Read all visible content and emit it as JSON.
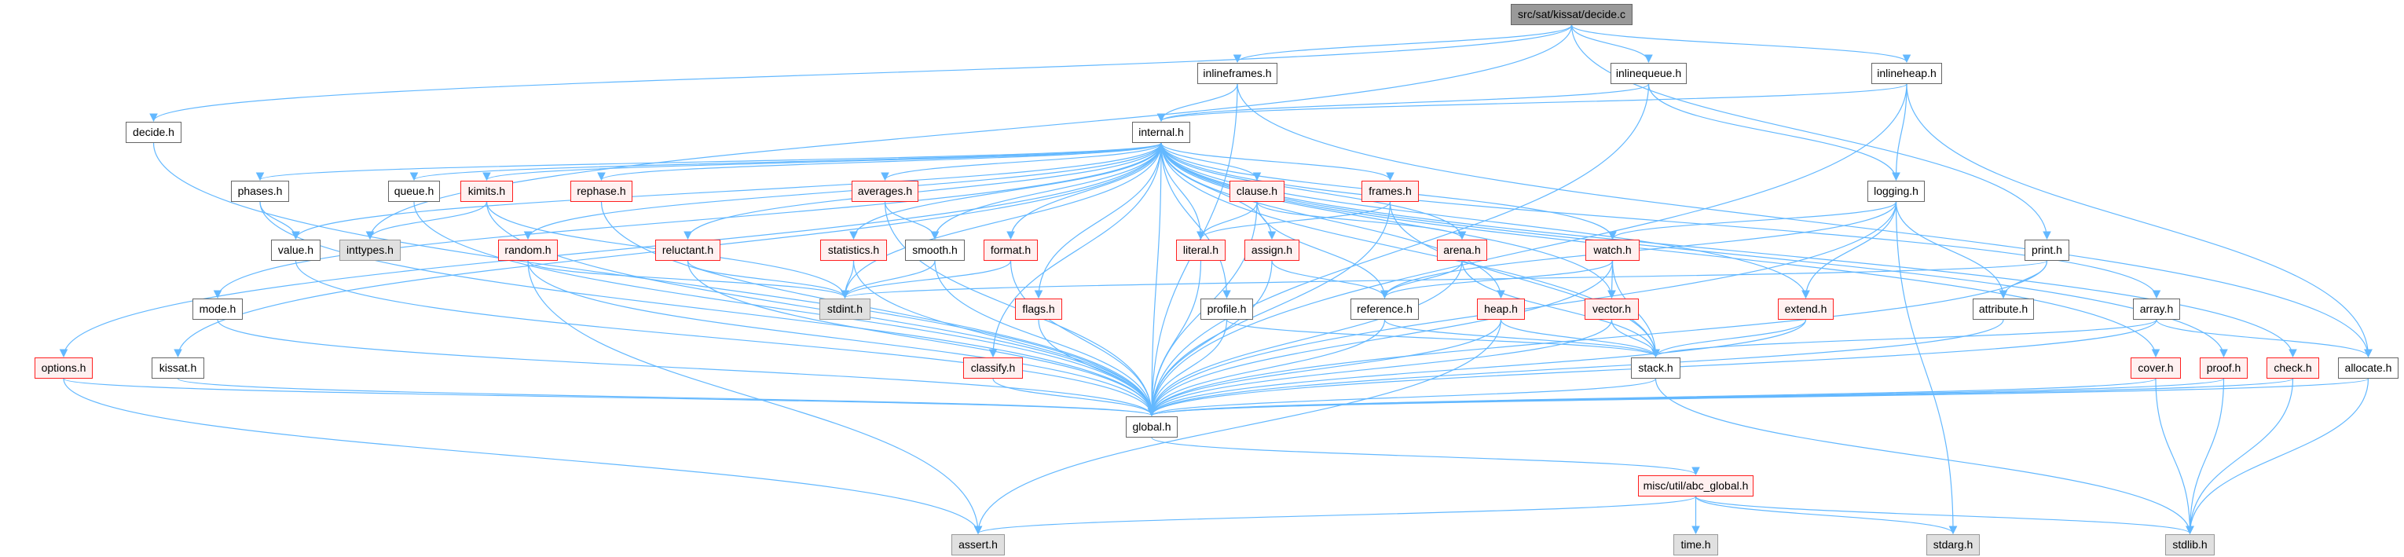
{
  "colors": {
    "edge": "#63b8ff",
    "normal_border": "#666666",
    "red_border": "#ff2020",
    "red_fill": "#fff0f0",
    "gray_fill": "#e0e0e0",
    "root_fill": "#999999"
  },
  "nodes": [
    {
      "id": "root",
      "label": "src/sat/kissat/decide.c",
      "style": "root"
    },
    {
      "id": "decide",
      "label": "decide.h",
      "style": "normal"
    },
    {
      "id": "inlineframes",
      "label": "inlineframes.h",
      "style": "normal"
    },
    {
      "id": "inlinequeue",
      "label": "inlinequeue.h",
      "style": "normal"
    },
    {
      "id": "inlineheap",
      "label": "inlineheap.h",
      "style": "normal"
    },
    {
      "id": "internal",
      "label": "internal.h",
      "style": "normal"
    },
    {
      "id": "phases",
      "label": "phases.h",
      "style": "normal"
    },
    {
      "id": "queue",
      "label": "queue.h",
      "style": "normal"
    },
    {
      "id": "kimits",
      "label": "kimits.h",
      "style": "red"
    },
    {
      "id": "rephase",
      "label": "rephase.h",
      "style": "red"
    },
    {
      "id": "averages",
      "label": "averages.h",
      "style": "red"
    },
    {
      "id": "clause",
      "label": "clause.h",
      "style": "red"
    },
    {
      "id": "frames",
      "label": "frames.h",
      "style": "red"
    },
    {
      "id": "logging",
      "label": "logging.h",
      "style": "normal"
    },
    {
      "id": "value",
      "label": "value.h",
      "style": "normal"
    },
    {
      "id": "inttypes",
      "label": "inttypes.h",
      "style": "gray"
    },
    {
      "id": "random",
      "label": "random.h",
      "style": "red"
    },
    {
      "id": "reluctant",
      "label": "reluctant.h",
      "style": "red"
    },
    {
      "id": "statistics",
      "label": "statistics.h",
      "style": "red"
    },
    {
      "id": "smooth",
      "label": "smooth.h",
      "style": "normal"
    },
    {
      "id": "format",
      "label": "format.h",
      "style": "red"
    },
    {
      "id": "literal",
      "label": "literal.h",
      "style": "red"
    },
    {
      "id": "assign",
      "label": "assign.h",
      "style": "red"
    },
    {
      "id": "arena",
      "label": "arena.h",
      "style": "red"
    },
    {
      "id": "watch",
      "label": "watch.h",
      "style": "red"
    },
    {
      "id": "print",
      "label": "print.h",
      "style": "normal"
    },
    {
      "id": "mode",
      "label": "mode.h",
      "style": "normal"
    },
    {
      "id": "stdint",
      "label": "stdint.h",
      "style": "gray"
    },
    {
      "id": "flags",
      "label": "flags.h",
      "style": "red"
    },
    {
      "id": "profile",
      "label": "profile.h",
      "style": "normal"
    },
    {
      "id": "reference",
      "label": "reference.h",
      "style": "normal"
    },
    {
      "id": "heap",
      "label": "heap.h",
      "style": "red"
    },
    {
      "id": "vector",
      "label": "vector.h",
      "style": "red"
    },
    {
      "id": "extend",
      "label": "extend.h",
      "style": "red"
    },
    {
      "id": "attribute",
      "label": "attribute.h",
      "style": "normal"
    },
    {
      "id": "array",
      "label": "array.h",
      "style": "normal"
    },
    {
      "id": "options",
      "label": "options.h",
      "style": "red"
    },
    {
      "id": "kissat",
      "label": "kissat.h",
      "style": "normal"
    },
    {
      "id": "classify",
      "label": "classify.h",
      "style": "red"
    },
    {
      "id": "stack",
      "label": "stack.h",
      "style": "normal"
    },
    {
      "id": "cover",
      "label": "cover.h",
      "style": "red"
    },
    {
      "id": "proof",
      "label": "proof.h",
      "style": "red"
    },
    {
      "id": "check",
      "label": "check.h",
      "style": "red"
    },
    {
      "id": "allocate",
      "label": "allocate.h",
      "style": "normal"
    },
    {
      "id": "global",
      "label": "global.h",
      "style": "normal"
    },
    {
      "id": "abc_global",
      "label": "misc/util/abc_global.h",
      "style": "red"
    },
    {
      "id": "assert",
      "label": "assert.h",
      "style": "gray"
    },
    {
      "id": "time",
      "label": "time.h",
      "style": "gray"
    },
    {
      "id": "stdarg",
      "label": "stdarg.h",
      "style": "gray"
    },
    {
      "id": "stdlib",
      "label": "stdlib.h",
      "style": "gray"
    }
  ],
  "edges": [
    [
      "root",
      "decide"
    ],
    [
      "root",
      "inttypes"
    ],
    [
      "root",
      "inlineframes"
    ],
    [
      "root",
      "inlinequeue"
    ],
    [
      "root",
      "inlineheap"
    ],
    [
      "root",
      "print"
    ],
    [
      "decide",
      "global"
    ],
    [
      "inlineframes",
      "internal"
    ],
    [
      "inlineframes",
      "allocate"
    ],
    [
      "inlineframes",
      "global"
    ],
    [
      "inlinequeue",
      "internal"
    ],
    [
      "inlinequeue",
      "logging"
    ],
    [
      "inlinequeue",
      "global"
    ],
    [
      "inlineheap",
      "internal"
    ],
    [
      "inlineheap",
      "logging"
    ],
    [
      "inlineheap",
      "global"
    ],
    [
      "inlineheap",
      "allocate"
    ],
    [
      "internal",
      "phases"
    ],
    [
      "internal",
      "queue"
    ],
    [
      "internal",
      "kimits"
    ],
    [
      "internal",
      "rephase"
    ],
    [
      "internal",
      "value"
    ],
    [
      "internal",
      "random"
    ],
    [
      "internal",
      "reluctant"
    ],
    [
      "internal",
      "mode"
    ],
    [
      "internal",
      "options"
    ],
    [
      "internal",
      "kissat"
    ],
    [
      "internal",
      "averages"
    ],
    [
      "internal",
      "clause"
    ],
    [
      "internal",
      "frames"
    ],
    [
      "internal",
      "statistics"
    ],
    [
      "internal",
      "smooth"
    ],
    [
      "internal",
      "format"
    ],
    [
      "internal",
      "literal"
    ],
    [
      "internal",
      "assign"
    ],
    [
      "internal",
      "arena"
    ],
    [
      "internal",
      "watch"
    ],
    [
      "internal",
      "flags"
    ],
    [
      "internal",
      "profile"
    ],
    [
      "internal",
      "heap"
    ],
    [
      "internal",
      "vector"
    ],
    [
      "internal",
      "classify"
    ],
    [
      "internal",
      "global"
    ],
    [
      "internal",
      "extend"
    ],
    [
      "internal",
      "stack"
    ],
    [
      "internal",
      "array"
    ],
    [
      "internal",
      "cover"
    ],
    [
      "internal",
      "proof"
    ],
    [
      "internal",
      "check"
    ],
    [
      "internal",
      "stdint"
    ],
    [
      "phases",
      "value"
    ],
    [
      "phases",
      "global"
    ],
    [
      "queue",
      "global"
    ],
    [
      "kimits",
      "inttypes"
    ],
    [
      "kimits",
      "stdint"
    ],
    [
      "kimits",
      "global"
    ],
    [
      "rephase",
      "global"
    ],
    [
      "value",
      "global"
    ],
    [
      "random",
      "stdint"
    ],
    [
      "random",
      "global"
    ],
    [
      "random",
      "assert"
    ],
    [
      "reluctant",
      "stdint"
    ],
    [
      "reluctant",
      "global"
    ],
    [
      "mode",
      "global"
    ],
    [
      "options",
      "global"
    ],
    [
      "options",
      "assert"
    ],
    [
      "kissat",
      "global"
    ],
    [
      "averages",
      "smooth"
    ],
    [
      "averages",
      "global"
    ],
    [
      "clause",
      "literal"
    ],
    [
      "clause",
      "arena"
    ],
    [
      "clause",
      "reference"
    ],
    [
      "clause",
      "global"
    ],
    [
      "frames",
      "literal"
    ],
    [
      "frames",
      "stack"
    ],
    [
      "frames",
      "global"
    ],
    [
      "statistics",
      "stdint"
    ],
    [
      "statistics",
      "global"
    ],
    [
      "smooth",
      "stdint"
    ],
    [
      "smooth",
      "global"
    ],
    [
      "format",
      "stdint"
    ],
    [
      "format",
      "global"
    ],
    [
      "literal",
      "global"
    ],
    [
      "assign",
      "reference"
    ],
    [
      "assign",
      "global"
    ],
    [
      "arena",
      "reference"
    ],
    [
      "arena",
      "stack"
    ],
    [
      "arena",
      "global"
    ],
    [
      "watch",
      "reference"
    ],
    [
      "watch",
      "vector"
    ],
    [
      "watch",
      "stack"
    ],
    [
      "watch",
      "global"
    ],
    [
      "flags",
      "global"
    ],
    [
      "profile",
      "stack"
    ],
    [
      "profile",
      "global"
    ],
    [
      "reference",
      "stack"
    ],
    [
      "reference",
      "global"
    ],
    [
      "heap",
      "stack"
    ],
    [
      "heap",
      "global"
    ],
    [
      "heap",
      "assert"
    ],
    [
      "vector",
      "stack"
    ],
    [
      "vector",
      "global"
    ],
    [
      "classify",
      "global"
    ],
    [
      "logging",
      "watch"
    ],
    [
      "logging",
      "reference"
    ],
    [
      "logging",
      "extend"
    ],
    [
      "logging",
      "attribute"
    ],
    [
      "logging",
      "global"
    ],
    [
      "logging",
      "stdarg"
    ],
    [
      "print",
      "stdint"
    ],
    [
      "print",
      "attribute"
    ],
    [
      "print",
      "global"
    ],
    [
      "extend",
      "stack"
    ],
    [
      "extend",
      "global"
    ],
    [
      "attribute",
      "global"
    ],
    [
      "array",
      "stack"
    ],
    [
      "array",
      "allocate"
    ],
    [
      "array",
      "global"
    ],
    [
      "stack",
      "global"
    ],
    [
      "stack",
      "stdlib"
    ],
    [
      "cover",
      "global"
    ],
    [
      "cover",
      "stdlib"
    ],
    [
      "proof",
      "global"
    ],
    [
      "proof",
      "stdlib"
    ],
    [
      "check",
      "global"
    ],
    [
      "check",
      "stdlib"
    ],
    [
      "allocate",
      "global"
    ],
    [
      "allocate",
      "stdlib"
    ],
    [
      "global",
      "abc_global"
    ],
    [
      "abc_global",
      "assert"
    ],
    [
      "abc_global",
      "time"
    ],
    [
      "abc_global",
      "stdarg"
    ],
    [
      "abc_global",
      "stdlib"
    ]
  ]
}
